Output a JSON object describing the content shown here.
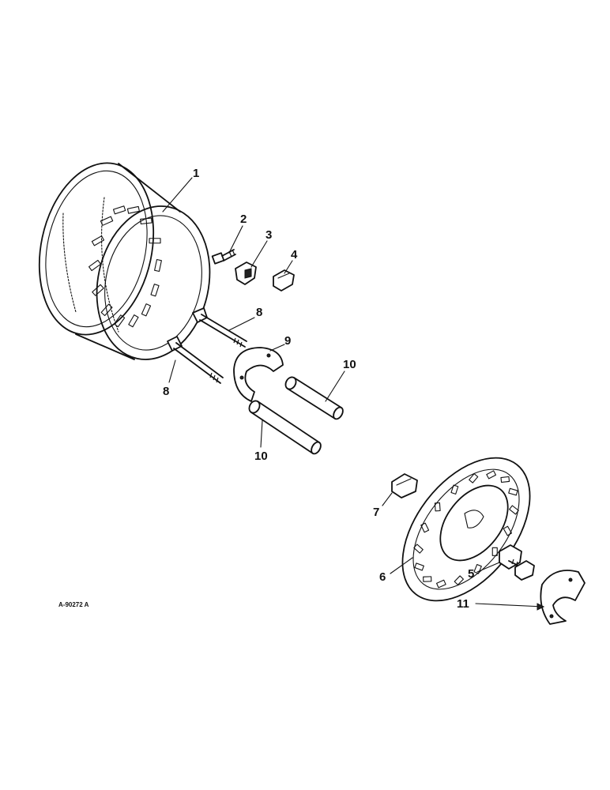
{
  "diagram": {
    "figure_ref": "A-90272 A",
    "callouts": [
      {
        "id": "c1",
        "text": "1"
      },
      {
        "id": "c2",
        "text": "2"
      },
      {
        "id": "c3",
        "text": "3"
      },
      {
        "id": "c4",
        "text": "4"
      },
      {
        "id": "c5",
        "text": "5"
      },
      {
        "id": "c6",
        "text": "6"
      },
      {
        "id": "c7",
        "text": "7"
      },
      {
        "id": "c8a",
        "text": "8"
      },
      {
        "id": "c8b",
        "text": "8"
      },
      {
        "id": "c9",
        "text": "9"
      },
      {
        "id": "c10a",
        "text": "10"
      },
      {
        "id": "c10b",
        "text": "10"
      },
      {
        "id": "c11",
        "text": "11"
      }
    ]
  }
}
